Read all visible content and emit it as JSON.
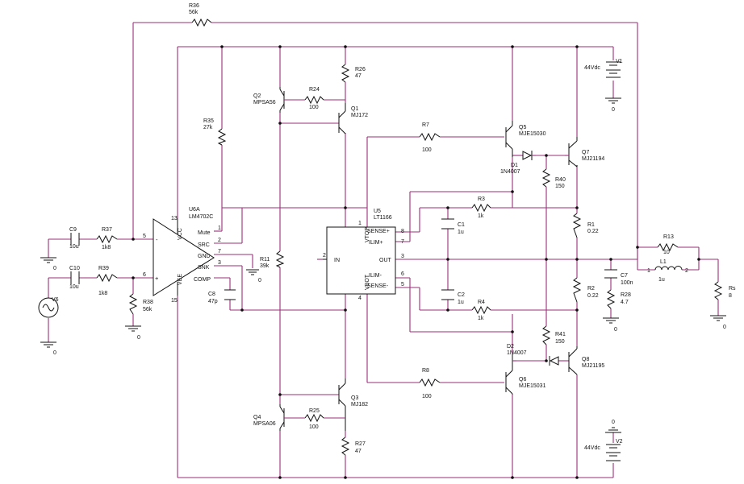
{
  "schematic": {
    "R36": {
      "ref": "R36",
      "val": "56k"
    },
    "V1": {
      "ref": "V1",
      "val": "44Vdc",
      "gnd": "0"
    },
    "V2": {
      "ref": "V2",
      "val": "44Vdc",
      "gnd": "0"
    },
    "R26": {
      "ref": "R26",
      "val": "47"
    },
    "R24": {
      "ref": "R24",
      "val": "100"
    },
    "R25": {
      "ref": "R25",
      "val": "100"
    },
    "R27": {
      "ref": "R27",
      "val": "47"
    },
    "Q1": {
      "ref": "Q1",
      "val": "MJ172"
    },
    "Q2": {
      "ref": "Q2",
      "val": "MPSA56"
    },
    "Q3": {
      "ref": "Q3",
      "val": "MJ182"
    },
    "Q4": {
      "ref": "Q4",
      "val": "MPSA06"
    },
    "Q5": {
      "ref": "Q5",
      "val": "MJE15030"
    },
    "Q6": {
      "ref": "Q6",
      "val": "MJE15031"
    },
    "Q7": {
      "ref": "Q7",
      "val": "MJ21194"
    },
    "Q8": {
      "ref": "Q8",
      "val": "MJ21195"
    },
    "D1": {
      "ref": "D1",
      "val": "1N4007"
    },
    "D2": {
      "ref": "D2",
      "val": "1N4007"
    },
    "R7": {
      "ref": "R7",
      "val": "100"
    },
    "R8": {
      "ref": "R8",
      "val": "100"
    },
    "R40": {
      "ref": "R40",
      "val": "150"
    },
    "R41": {
      "ref": "R41",
      "val": "150"
    },
    "R35": {
      "ref": "R35",
      "val": "27k"
    },
    "R3": {
      "ref": "R3",
      "val": "1k"
    },
    "R4": {
      "ref": "R4",
      "val": "1k"
    },
    "R1": {
      "ref": "R1",
      "val": "0.22"
    },
    "R2": {
      "ref": "R2",
      "val": "0.22"
    },
    "C1": {
      "ref": "C1",
      "val": "1u"
    },
    "C2": {
      "ref": "C2",
      "val": "1u"
    },
    "U5": {
      "ref": "U5",
      "val": "LT1166",
      "pins": {
        "sense_p": "SENSE+",
        "ilim_p": "ILIM+",
        "out": "OUT",
        "ilim_n": "ILIM-",
        "sense_n": "SENSE-",
        "in": "IN",
        "vtop": "VTOP",
        "vbot": "VBOT"
      },
      "nums": {
        "p1": "1",
        "p8": "8",
        "p7": "7",
        "p3": "3",
        "p6": "6",
        "p5": "5",
        "p2": "2",
        "p4": "4"
      }
    },
    "U6A": {
      "ref": "U6A",
      "val": "LM4702C",
      "pins": {
        "mute": "Mute",
        "src": "SRC",
        "gnd": "GND",
        "snk": "SNK",
        "comp": "COMP",
        "vcc": "VCC",
        "vee": "VEE",
        "minus": "-",
        "plus": "+"
      },
      "nums": {
        "p13": "13",
        "p15": "15",
        "p5": "5",
        "p6": "6",
        "p1": "1",
        "p2": "2",
        "p7": "7",
        "p3": "3"
      }
    },
    "R11": {
      "ref": "R11",
      "val": "39k",
      "gnd": "0"
    },
    "C8": {
      "ref": "C8",
      "val": "47p"
    },
    "C9": {
      "ref": "C9",
      "val": "10u",
      "gnd": "0"
    },
    "C10": {
      "ref": "C10",
      "val": "10u"
    },
    "R37": {
      "ref": "R37",
      "val": "1k8"
    },
    "R39": {
      "ref": "R39",
      "val": "1k8"
    },
    "R38": {
      "ref": "R38",
      "val": "56k",
      "gnd": "0"
    },
    "V6": {
      "ref": "V6",
      "gnd": "0"
    },
    "C7": {
      "ref": "C7",
      "val": "100n"
    },
    "R28": {
      "ref": "R28",
      "val": "4.7",
      "gnd": "0"
    },
    "R13": {
      "ref": "R13",
      "val": "10"
    },
    "L1": {
      "ref": "L1",
      "val": "1u",
      "p1": "1",
      "p2": "2"
    },
    "Rs": {
      "ref": "Rs",
      "val": "8",
      "gnd": "0"
    }
  }
}
